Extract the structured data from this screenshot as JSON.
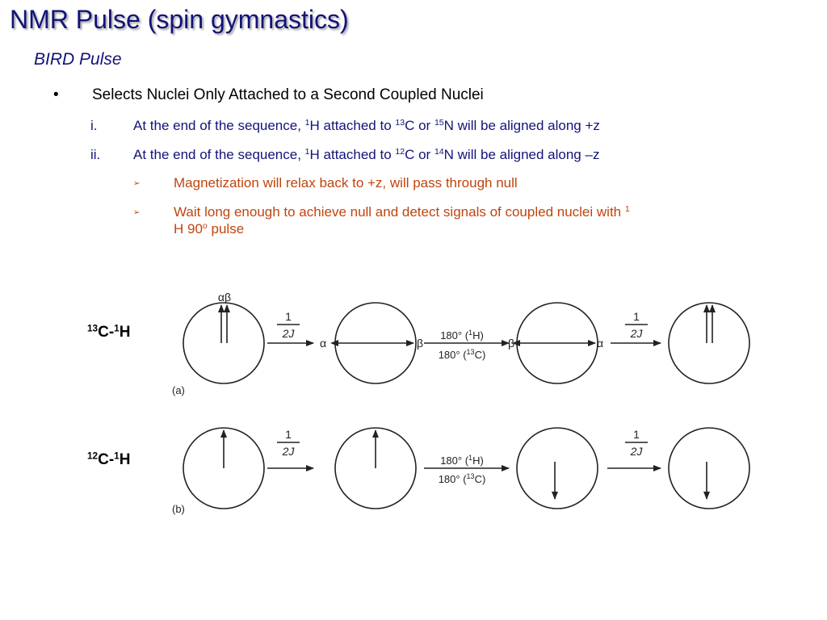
{
  "title": "NMR Pulse (spin gymnastics)",
  "subtitle": "BIRD Pulse",
  "bullet": {
    "mark": "•",
    "text": "Selects Nuclei Only Attached to a Second Coupled Nuclei"
  },
  "sub_items": [
    {
      "mark": "i.",
      "pre": "At the end of the sequence, ",
      "s1": "1",
      "m1": "H attached to ",
      "s2": "13",
      "m2": "C or ",
      "s3": "15",
      "post": "N will be aligned along +z"
    },
    {
      "mark": "ii.",
      "pre": "At the end of the sequence, ",
      "s1": "1",
      "m1": "H attached to ",
      "s2": "12",
      "m2": "C or ",
      "s3": "14",
      "post": "N will be aligned along –z"
    }
  ],
  "sub_sub_items": [
    {
      "mark": "➢",
      "text": "Magnetization will relax back to +z, will pass through null"
    },
    {
      "mark": "➢",
      "pre": "Wait long enough to achieve null and detect signals of coupled nuclei with ",
      "sup1": "1",
      "mid": "H 90",
      "sup2": "o",
      "post": " pulse"
    }
  ],
  "row_labels": {
    "a": {
      "s1": "13",
      "t1": "C-",
      "s2": "1",
      "t2": "H"
    },
    "b": {
      "s1": "12",
      "t1": "C-",
      "s2": "1",
      "t2": "H"
    }
  },
  "diagram": {
    "alpha_beta": "αβ",
    "alpha": "α",
    "beta": "β",
    "frac_num": "1",
    "frac_den": "2J",
    "pulse_h_top": "180° (",
    "pulse_h_sup": "1",
    "pulse_h_end": "H)",
    "pulse_c_top": "180° (",
    "pulse_c_sup": "13",
    "pulse_c_end": "C)",
    "panel_a": "(a)",
    "panel_b": "(b)"
  },
  "colors": {
    "title": "#13137a",
    "sub_items": "#13137a",
    "sub_sub_items": "#c1440e"
  }
}
